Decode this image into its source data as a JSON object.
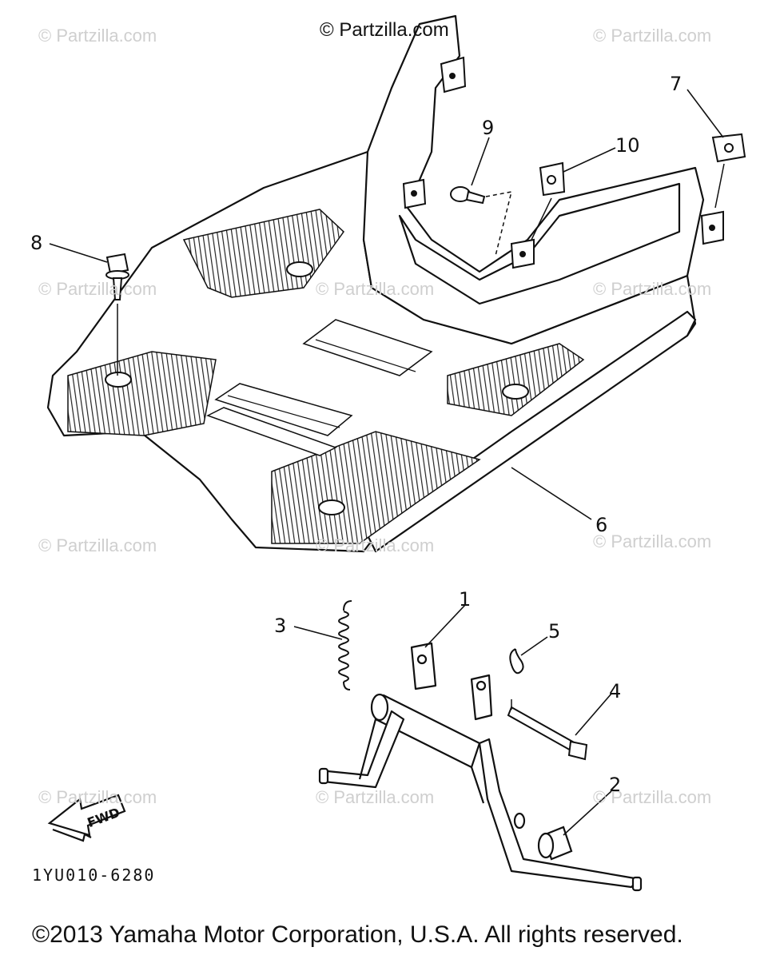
{
  "watermarks": {
    "top_center": "© Partzilla.com",
    "tile": "© Partzilla.com"
  },
  "callouts": [
    "1",
    "2",
    "3",
    "4",
    "5",
    "6",
    "7",
    "8",
    "9",
    "10"
  ],
  "fwd_arrow_label": "FWD",
  "diagram_code": "1YU010-6280",
  "copyright": "©2013 Yamaha Motor Corporation, U.S.A. All rights reserved."
}
